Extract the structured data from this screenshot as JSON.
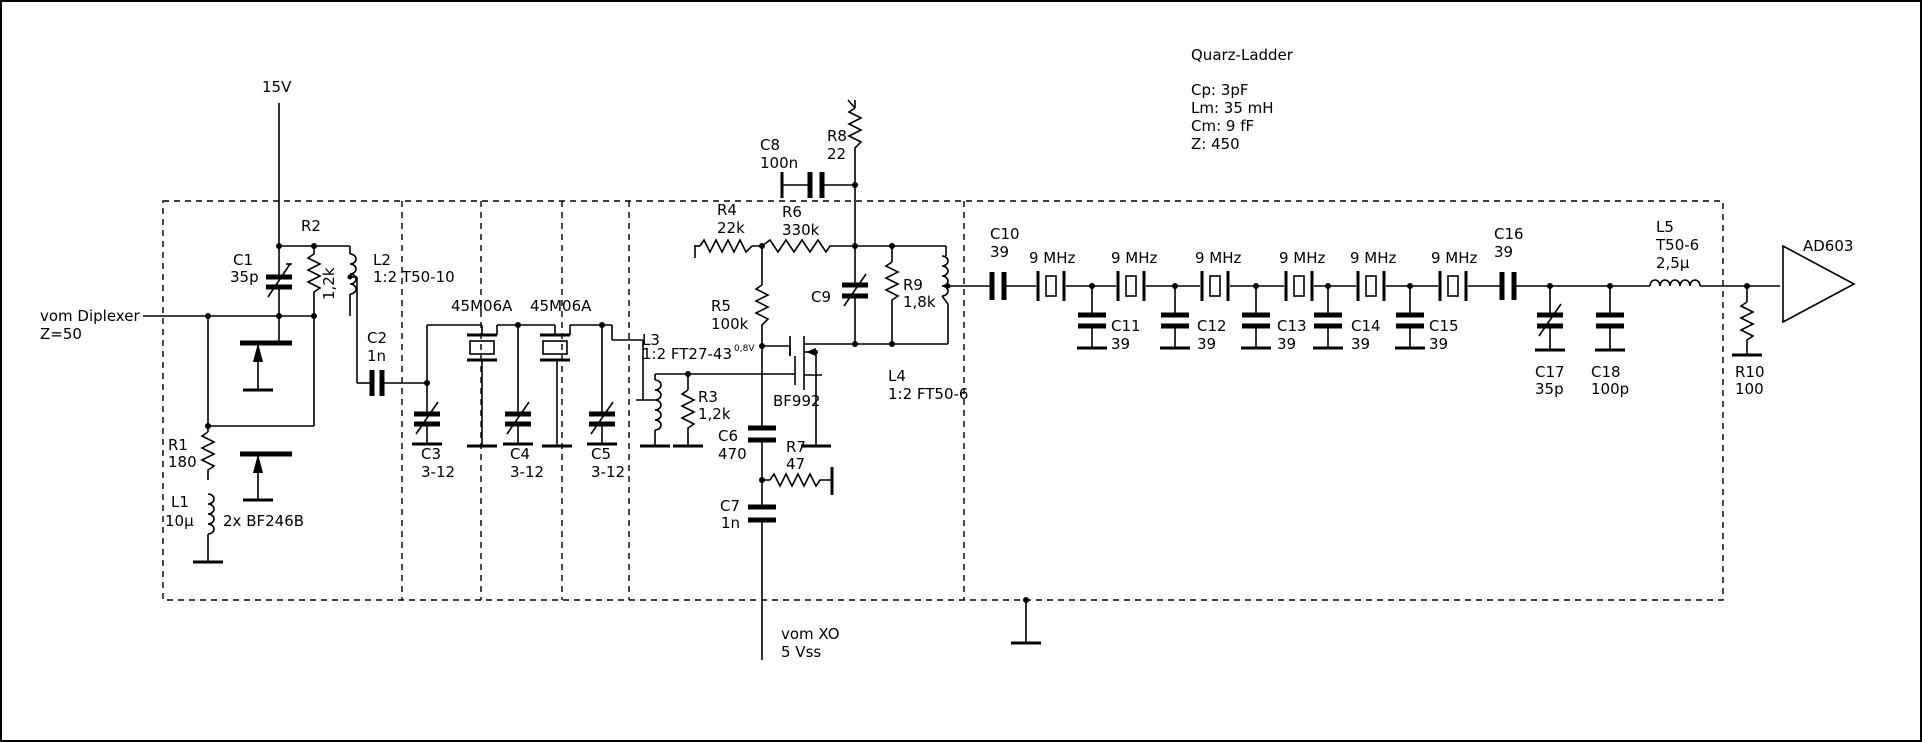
{
  "quarz": {
    "title": "Quarz-Ladder",
    "cp": "Cp: 3pF",
    "lm": "Lm: 35 mH",
    "cm": "Cm: 9 fF",
    "z": "Z: 450"
  },
  "supply": "15V",
  "input": {
    "label": "vom Diplexer",
    "impedance": "Z=50"
  },
  "xo": {
    "label": "vom XO",
    "level": "5 Vss"
  },
  "output": "AD603",
  "transistors": {
    "jfet": "2x BF246B",
    "mosfet": "BF992"
  },
  "bias_note": "0,8V",
  "crystals_ref": [
    "45M06A",
    "45M06A"
  ],
  "ladder_xtal": [
    "9 MHz",
    "9 MHz",
    "9 MHz",
    "9 MHz",
    "9 MHz",
    "9 MHz"
  ],
  "parts": {
    "r1": [
      "R1",
      "180"
    ],
    "l1": [
      "L1",
      "10µ"
    ],
    "c1": [
      "C1",
      "35p"
    ],
    "r2": [
      "R2",
      "1,2k"
    ],
    "l2": [
      "L2",
      "1:2 T50-10"
    ],
    "c2": [
      "C2",
      "1n"
    ],
    "c3": [
      "C3",
      "3-12"
    ],
    "c4": [
      "C4",
      "3-12"
    ],
    "c5": [
      "C5",
      "3-12"
    ],
    "l3": [
      "L3",
      "1:2 FT27-43"
    ],
    "r3": [
      "R3",
      "1,2k"
    ],
    "r4": [
      "R4",
      "22k"
    ],
    "r5": [
      "R5",
      "100k"
    ],
    "r6": [
      "R6",
      "330k"
    ],
    "c6": [
      "C6",
      "470"
    ],
    "c7": [
      "C7",
      "1n"
    ],
    "r7": [
      "R7",
      "47"
    ],
    "c8": [
      "C8",
      "100n"
    ],
    "r8": [
      "R8",
      "22"
    ],
    "c9": [
      "C9"
    ],
    "r9": [
      "R9",
      "1,8k"
    ],
    "l4": [
      "L4",
      "1:2 FT50-6"
    ],
    "c10": [
      "C10",
      "39"
    ],
    "c11": [
      "C11",
      "39"
    ],
    "c12": [
      "C12",
      "39"
    ],
    "c13": [
      "C13",
      "39"
    ],
    "c14": [
      "C14",
      "39"
    ],
    "c15": [
      "C15",
      "39"
    ],
    "c16": [
      "C16",
      "39"
    ],
    "c17": [
      "C17",
      "35p"
    ],
    "c18": [
      "C18",
      "100p"
    ],
    "l5": [
      "L5",
      "T50-6",
      "2,5µ"
    ],
    "r10": [
      "R10",
      "100"
    ]
  }
}
